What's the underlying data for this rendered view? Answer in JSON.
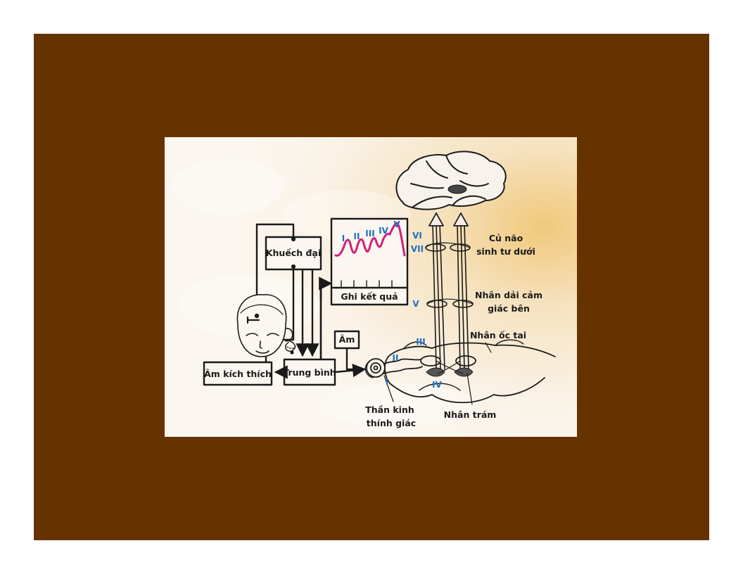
{
  "labels": {
    "amplifier": "Khuếch đại",
    "recorder": "Ghi kết quả",
    "averager": "Trung bình",
    "stimulus": "Âm kích thích",
    "sound": "Âm",
    "auditory_nerve_line1": "Thần kinh",
    "auditory_nerve_line2": "thính giác",
    "olivary": "Nhân trám",
    "cochlear_nucleus": "Nhân ốc tai",
    "lemniscus_line1": "Nhân dải cảm",
    "lemniscus_line2": "giác bên",
    "colliculus_line1": "Củ não",
    "colliculus_line2": "sinh tư dưới"
  },
  "wave_labels": [
    "I",
    "II",
    "III",
    "IV",
    "V"
  ],
  "pathway_labels": {
    "vi": "VI",
    "vii": "VII",
    "v": "V",
    "iii": "III",
    "ii": "II",
    "i": "I",
    "iv": "IV"
  },
  "colors": {
    "frame": "#663300",
    "waveform": "#d0207a",
    "roman_numerals": "#1e6fc0",
    "ink": "#1a1a1a"
  }
}
